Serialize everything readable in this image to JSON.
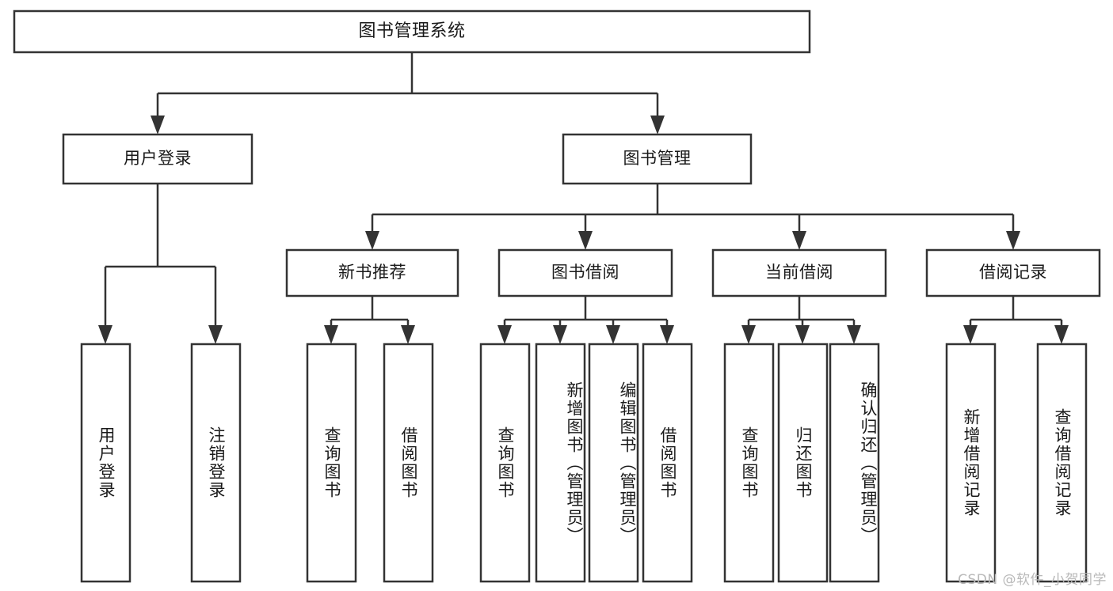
{
  "diagram": {
    "type": "tree-hierarchy",
    "title": "图书管理系统",
    "watermark": "CSDN @软件_小贺同学",
    "colors": {
      "stroke": "#333333",
      "fill": "#ffffff",
      "text": "#1a1a1a",
      "watermark": "#b8b8b8"
    },
    "nodes": {
      "root": {
        "label": "图书管理系统"
      },
      "level2": [
        {
          "id": "user-login",
          "label": "用户登录"
        },
        {
          "id": "book-management",
          "label": "图书管理"
        }
      ],
      "level3": [
        {
          "id": "new-book-recommend",
          "label": "新书推荐"
        },
        {
          "id": "book-borrow",
          "label": "图书借阅"
        },
        {
          "id": "current-borrow",
          "label": "当前借阅"
        },
        {
          "id": "borrow-record",
          "label": "借阅记录"
        }
      ],
      "leaves": {
        "user_login": [
          {
            "id": "leaf-user-login",
            "label": "用户登录"
          },
          {
            "id": "leaf-logout-login",
            "label": "注销登录"
          }
        ],
        "new_book_recommend": [
          {
            "id": "leaf-query-book-1",
            "label": "查询图书"
          },
          {
            "id": "leaf-borrow-book-1",
            "label": "借阅图书"
          }
        ],
        "book_borrow": [
          {
            "id": "leaf-query-book-2",
            "label": "查询图书"
          },
          {
            "id": "leaf-add-book",
            "label": "新增图书（管理员）"
          },
          {
            "id": "leaf-edit-book",
            "label": "编辑图书（管理员）"
          },
          {
            "id": "leaf-borrow-book-2",
            "label": "借阅图书"
          }
        ],
        "current_borrow": [
          {
            "id": "leaf-query-book-3",
            "label": "查询图书"
          },
          {
            "id": "leaf-return-book",
            "label": "归还图书"
          },
          {
            "id": "leaf-confirm-return",
            "label": "确认归还（管理员）"
          }
        ],
        "borrow_record": [
          {
            "id": "leaf-add-record",
            "label": "新增借阅记录"
          },
          {
            "id": "leaf-query-record",
            "label": "查询借阅记录"
          }
        ]
      }
    }
  }
}
